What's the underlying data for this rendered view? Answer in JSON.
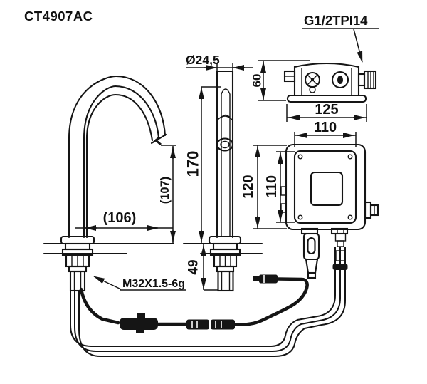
{
  "title": {
    "model": "CT4907AC"
  },
  "annotations": {
    "supply_thread": "G1/2TPI14",
    "mount_thread": "M32X1.5-6g",
    "pipe_diameter": "Ø24,5"
  },
  "dimensions": {
    "control_box_depth": "60",
    "control_box_width": "125",
    "control_box_mount_width": "110",
    "control_box_height": "120",
    "control_box_mount_height": "110",
    "spout_pipe_height": "170",
    "under_counter_length": "49",
    "spout_outlet_height": "(107)",
    "spout_reach": "(106)"
  },
  "colors": {
    "line": "#151515",
    "background": "#ffffff"
  }
}
